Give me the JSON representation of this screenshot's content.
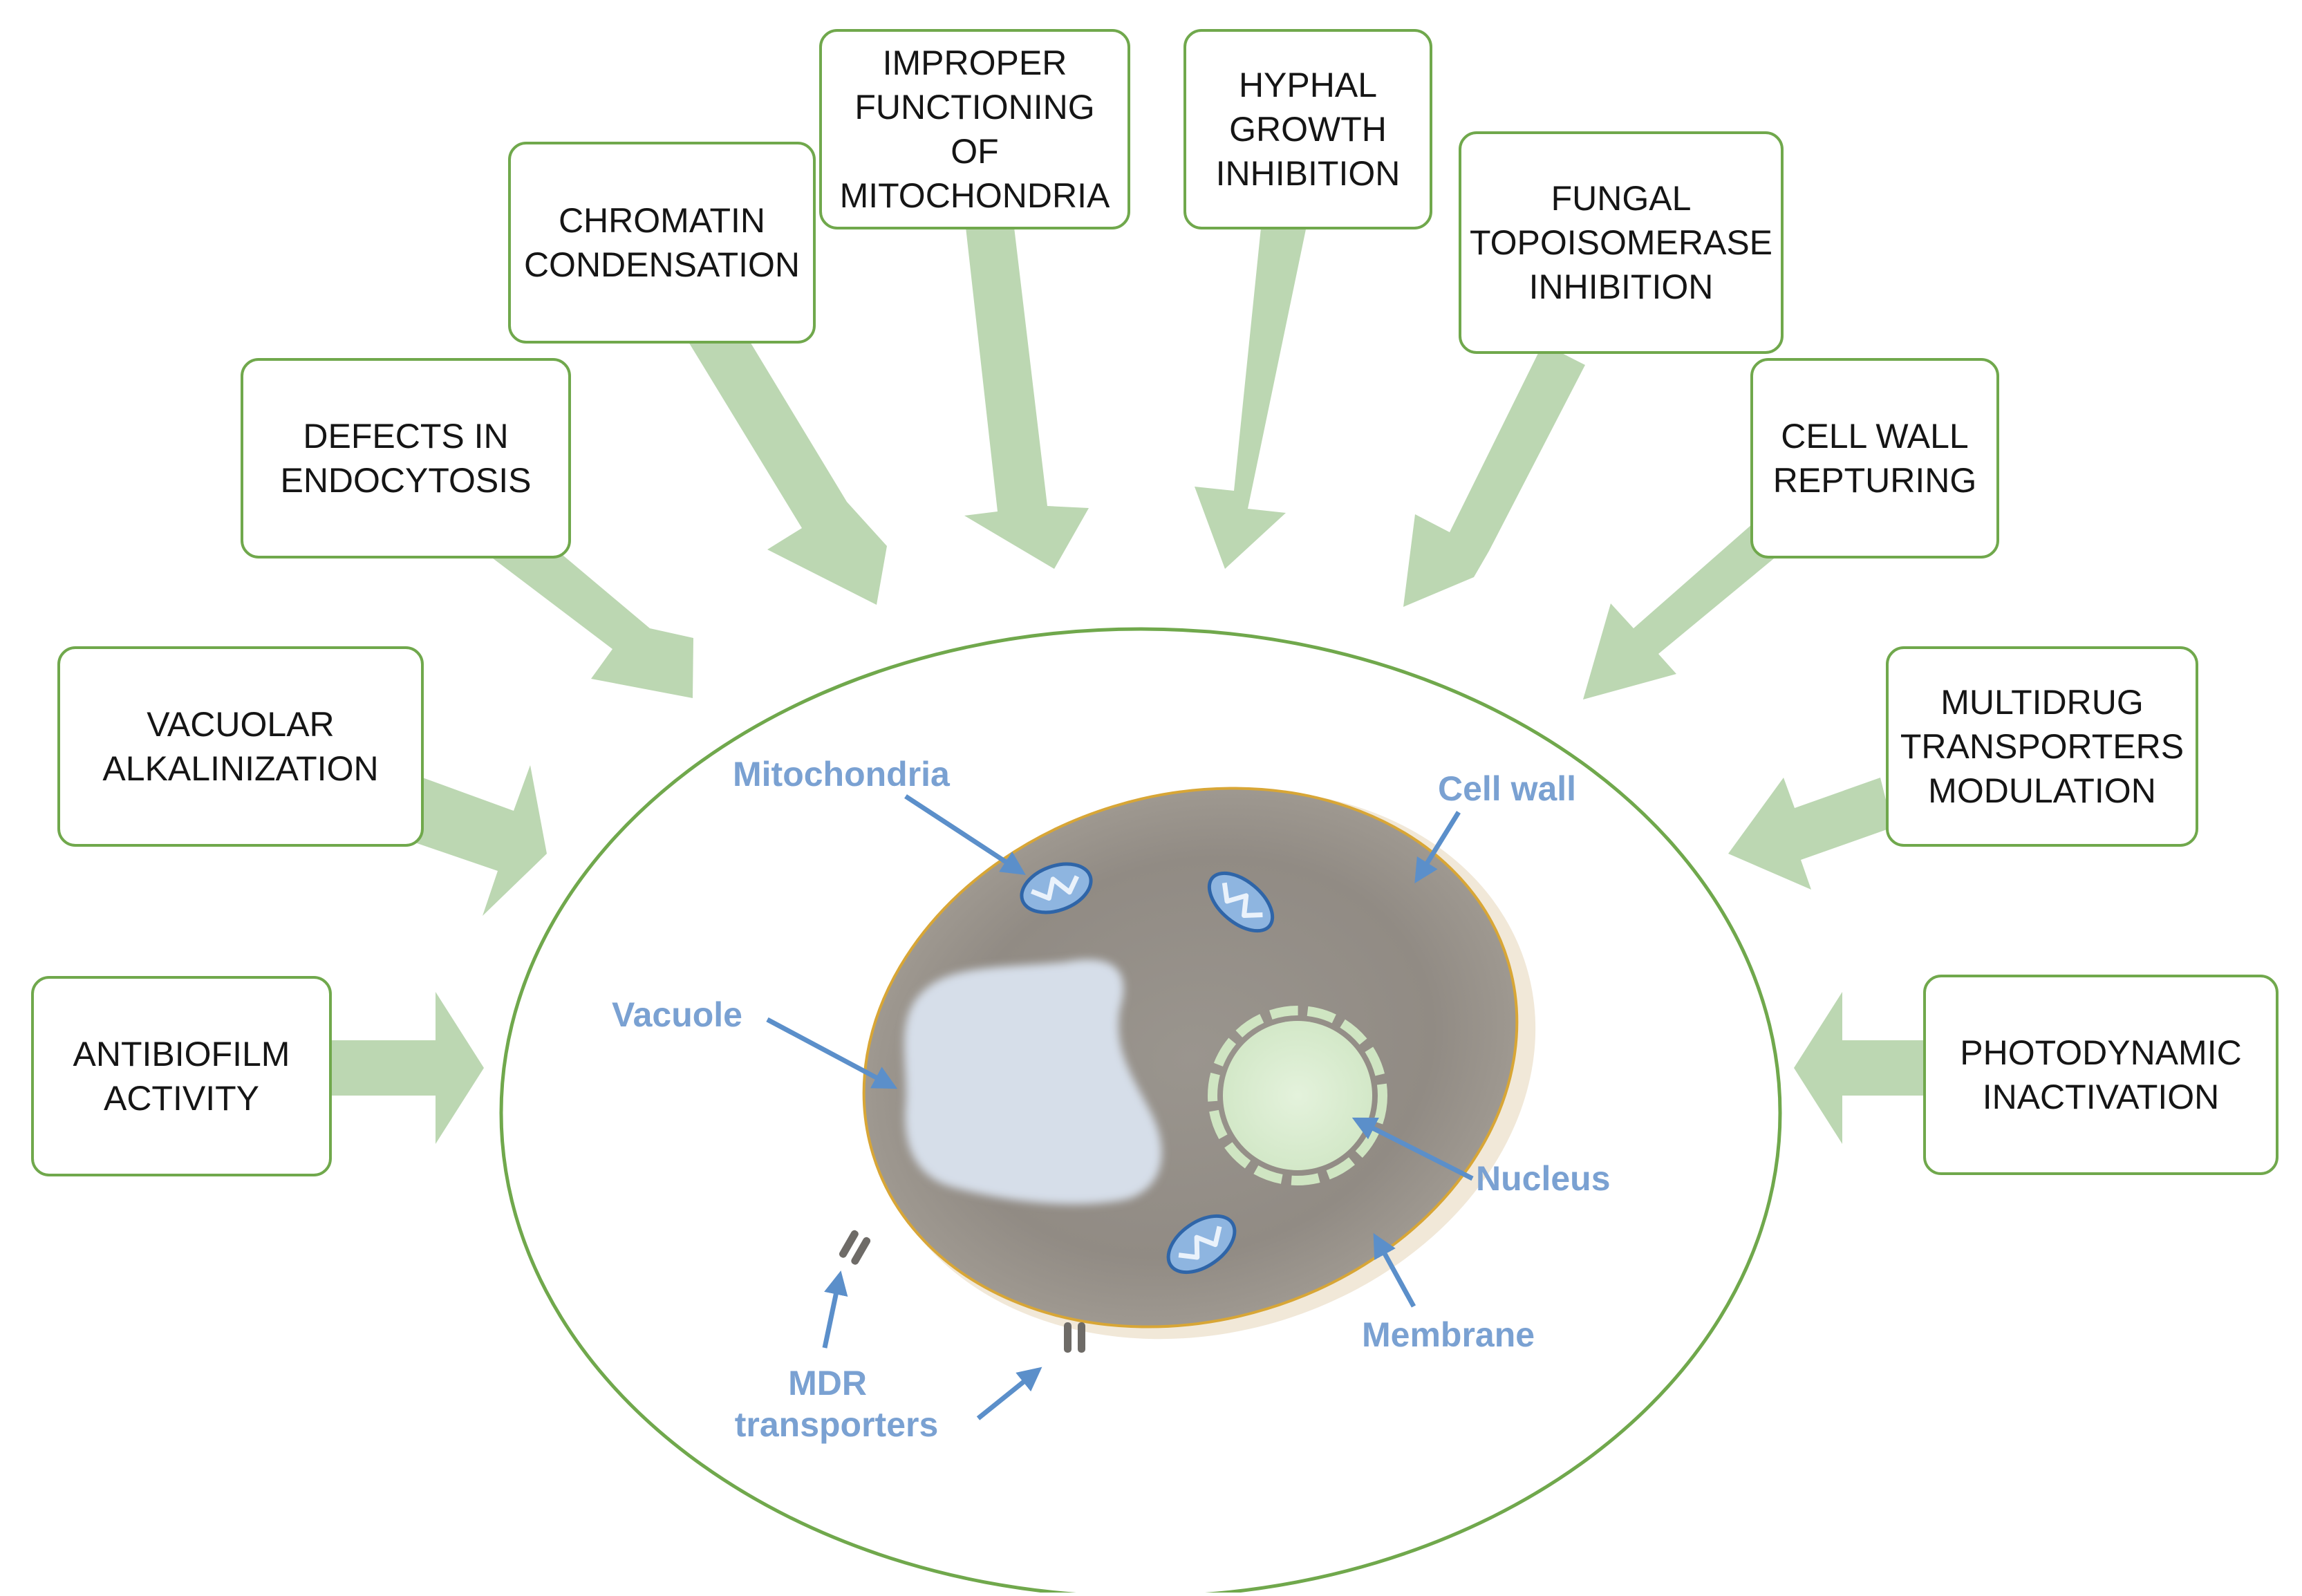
{
  "colors": {
    "box_border": "#70a84c",
    "arrow_fill": "#bcd7b2",
    "label_text": "#7aa1d2",
    "pointer_stroke": "#5b8fca",
    "cell_outline": "#70a84c"
  },
  "mechanisms": [
    {
      "id": "antibiofilm",
      "label": "ANTIBIOFILM\nACTIVITY"
    },
    {
      "id": "vacuolar",
      "label": "VACUOLAR\nALKALINIZATION"
    },
    {
      "id": "endocytosis",
      "label": "DEFECTS IN\nENDOCYTOSIS"
    },
    {
      "id": "chromatin",
      "label": "CHROMATIN\nCONDENSATION"
    },
    {
      "id": "mitochondria",
      "label": "IMPROPER\nFUNCTIONING\nOF\nMITOCHONDRIA"
    },
    {
      "id": "hyphal",
      "label": "HYPHAL\nGROWTH\nINHIBITION"
    },
    {
      "id": "topoisomerase",
      "label": "FUNGAL\nTOPOISOMERASE\nINHIBITION"
    },
    {
      "id": "cell-wall",
      "label": "CELL WALL\nREPTURING"
    },
    {
      "id": "multidrug",
      "label": "MULTIDRUG\nTRANSPORTERS\nMODULATION"
    },
    {
      "id": "photodynamic",
      "label": "PHOTODYNAMIC\nINACTIVATION"
    }
  ],
  "cell_labels": {
    "mitochondria": "Mitochondria",
    "cell_wall": "Cell wall",
    "vacuole": "Vacuole",
    "nucleus": "Nucleus",
    "membrane": "Membrane",
    "mdr_line1": "MDR",
    "mdr_line2": "transporters"
  }
}
